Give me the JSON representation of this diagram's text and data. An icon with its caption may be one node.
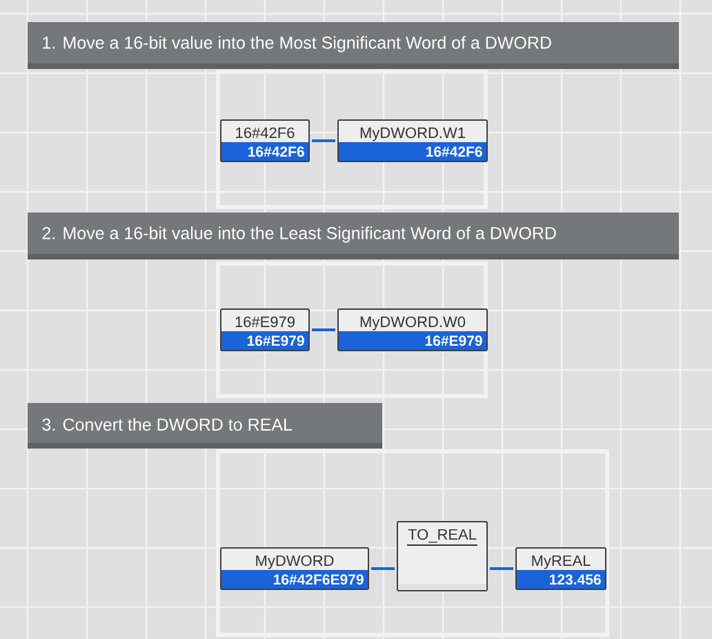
{
  "diagram": {
    "nodes": [
      {
        "text": [
          "1. Move a 16-bit value into the Most Significant Word of a DWORD"
        ]
      },
      {
        "text": [],
        "shape": "box"
      },
      {
        "text": [
          "16#42F6",
          "16#42F6"
        ],
        "in": 1
      },
      {
        "text": [
          "MyDWORD.W1",
          "16#42F6"
        ],
        "in": 1
      },
      {
        "text": [
          "2. Move a 16-bit value into the Least Significant Word of a DWORD"
        ]
      },
      {
        "text": [],
        "shape": "box"
      },
      {
        "text": [
          "16#E979",
          "16#E979"
        ],
        "in": 5
      },
      {
        "text": [
          "MyDWORD.W0",
          "16#E979"
        ],
        "in": 5
      },
      {
        "text": [
          "3. Convert the DWORD to REAL"
        ]
      },
      {
        "text": [],
        "shape": "box"
      },
      {
        "text": [
          "MyDWORD",
          "16#42F6E979"
        ],
        "in": 9
      },
      {
        "text": [
          "TO_REAL"
        ],
        "in": 9
      },
      {
        "text": [
          "MyREAL",
          "123.456"
        ],
        "in": 9
      }
    ],
    "edges": [
      {
        "from": 2,
        "to": 3,
        "arrow": "none"
      },
      {
        "from": 6,
        "to": 7,
        "arrow": "none"
      },
      {
        "from": 10,
        "to": 11,
        "arrow": "none"
      },
      {
        "from": 11,
        "to": 12,
        "arrow": "none"
      }
    ]
  }
}
